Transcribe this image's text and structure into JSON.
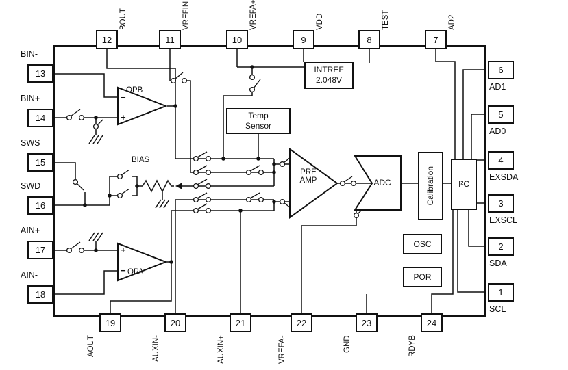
{
  "diagram": {
    "pins": {
      "top": [
        {
          "num": "12",
          "label": "BOUT"
        },
        {
          "num": "11",
          "label": "VREFIN"
        },
        {
          "num": "10",
          "label": "VREFA+"
        },
        {
          "num": "9",
          "label": "VDD"
        },
        {
          "num": "8",
          "label": "TEST"
        },
        {
          "num": "7",
          "label": "AD2"
        }
      ],
      "left": [
        {
          "num": "13",
          "label": "BIN-"
        },
        {
          "num": "14",
          "label": "BIN+"
        },
        {
          "num": "15",
          "label": "SWS"
        },
        {
          "num": "16",
          "label": "SWD"
        },
        {
          "num": "17",
          "label": "AIN+"
        },
        {
          "num": "18",
          "label": "AIN-"
        }
      ],
      "right": [
        {
          "num": "6",
          "label": "AD1"
        },
        {
          "num": "5",
          "label": "AD0"
        },
        {
          "num": "4",
          "label": "EXSDA"
        },
        {
          "num": "3",
          "label": "EXSCL"
        },
        {
          "num": "2",
          "label": "SDA"
        },
        {
          "num": "1",
          "label": "SCL"
        }
      ],
      "bottom": [
        {
          "num": "19",
          "label": "AOUT"
        },
        {
          "num": "20",
          "label": "AUXIN-"
        },
        {
          "num": "21",
          "label": "AUXIN+"
        },
        {
          "num": "22",
          "label": "VREFA-"
        },
        {
          "num": "23",
          "label": "GND"
        },
        {
          "num": "24",
          "label": "RDYB"
        }
      ]
    },
    "blocks": {
      "opb": "OPB",
      "opa": "OPA",
      "bias": "BIAS",
      "intref": [
        "INTREF",
        "2.048V"
      ],
      "temp_sensor": [
        "Temp",
        "Sensor"
      ],
      "preamp": [
        "PRE",
        "AMP"
      ],
      "adc": "ADC",
      "calibration": "Calibration",
      "i2c": "I²C",
      "osc": "OSC",
      "por": "POR"
    },
    "opamp": {
      "minus": "−",
      "plus": "+"
    }
  }
}
